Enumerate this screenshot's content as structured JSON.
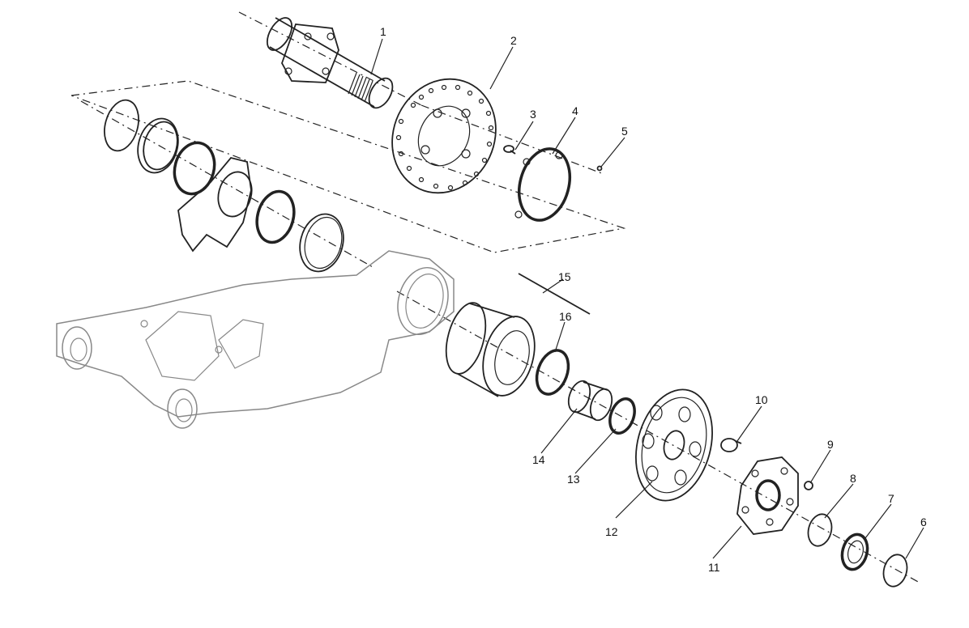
{
  "diagram": {
    "type": "exploded-parts-view",
    "callouts": [
      "1",
      "2",
      "3",
      "4",
      "5",
      "6",
      "7",
      "8",
      "9",
      "10",
      "11",
      "12",
      "13",
      "14",
      "15",
      "16"
    ]
  }
}
